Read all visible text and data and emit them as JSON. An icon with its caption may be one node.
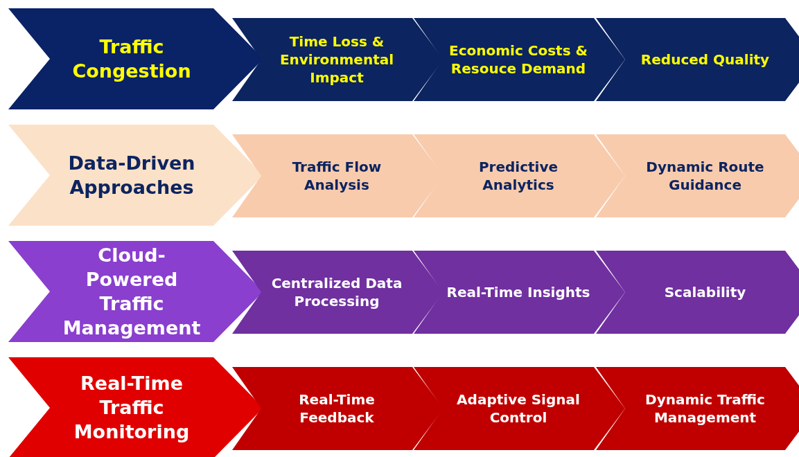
{
  "diagram": {
    "nodes": [
      {
        "text": [
          "Traffic Congestion"
        ]
      },
      {
        "text": [
          "Time Loss & Environmental Impact"
        ]
      },
      {
        "text": [
          "Economic Costs & Resouce Demand"
        ]
      },
      {
        "text": [
          "Reduced Quality"
        ]
      },
      {
        "text": [
          "Data-Driven Approaches"
        ]
      },
      {
        "text": [
          "Traffic Flow Analysis"
        ]
      },
      {
        "text": [
          "Predictive Analytics"
        ]
      },
      {
        "text": [
          "Dynamic Route Guidance"
        ]
      },
      {
        "text": [
          "Cloud-Powered Traffic Management"
        ]
      },
      {
        "text": [
          "Centralized Data Processing"
        ]
      },
      {
        "text": [
          "Real-Time Insights"
        ]
      },
      {
        "text": [
          "Scalability"
        ]
      },
      {
        "text": [
          "Real-Time Traffic Monitoring"
        ]
      },
      {
        "text": [
          "Real-Time Feedback"
        ]
      },
      {
        "text": [
          "Adaptive Signal Control"
        ]
      },
      {
        "text": [
          "Dynamic Traffic Management"
        ]
      }
    ]
  }
}
